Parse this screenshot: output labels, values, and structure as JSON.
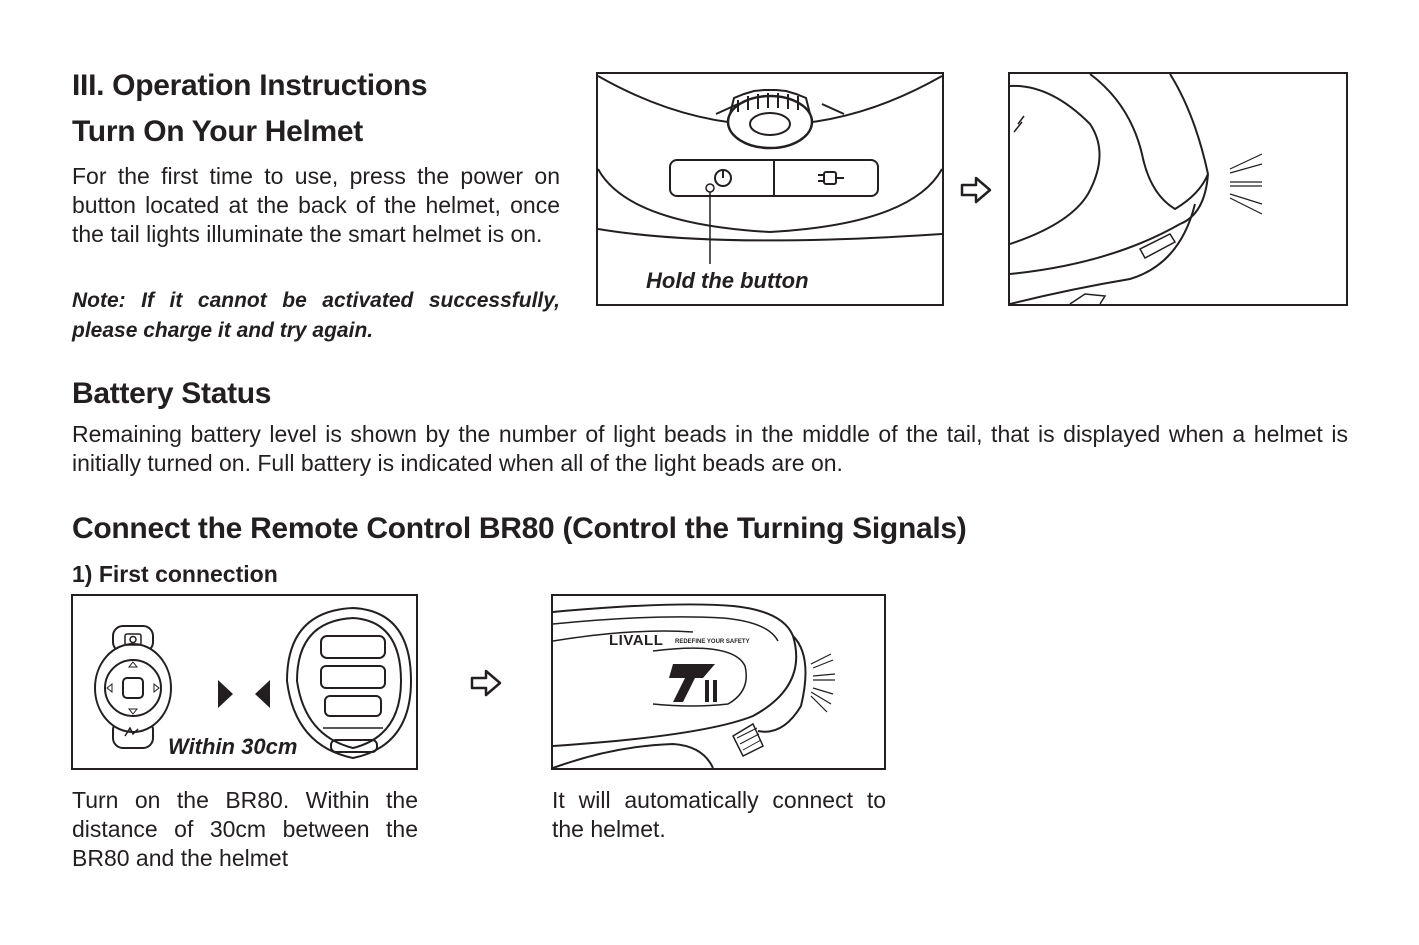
{
  "section_turn_on": {
    "heading": "III. Operation Instructions",
    "subheading": "Turn On Your Helmet",
    "paragraph": "For the first time to use, press the power on button located at the back of the helmet, once the tail lights illuminate the smart helmet is on.",
    "note": "Note: If it cannot be activated successfully, please charge it and try again.",
    "figure_label": "Hold the button"
  },
  "section_battery": {
    "heading": "Battery Status",
    "paragraph": "Remaining battery level is shown by the number of light beads in the middle of the tail, that is displayed when a helmet is initially turned on. Full battery is indicated when all of the light beads are on."
  },
  "section_remote": {
    "heading": "Connect the Remote Control BR80 (Control the Turning Signals)",
    "step_title": "1) First connection",
    "figure_left_label": "Within 30cm",
    "figure_right_logo": "LIVALL",
    "figure_right_tagline": "REDEFINE YOUR SAFETY",
    "caption_left": "Turn on the BR80. Within the distance of 30cm between the BR80 and the helmet",
    "caption_right": "It will automatically connect to the helmet."
  },
  "icons": [
    "power-icon",
    "charging-plug-icon",
    "next-arrow-icon",
    "camera-icon",
    "light-rays-icon"
  ],
  "colors": {
    "ink": "#231f20",
    "background": "#ffffff"
  }
}
